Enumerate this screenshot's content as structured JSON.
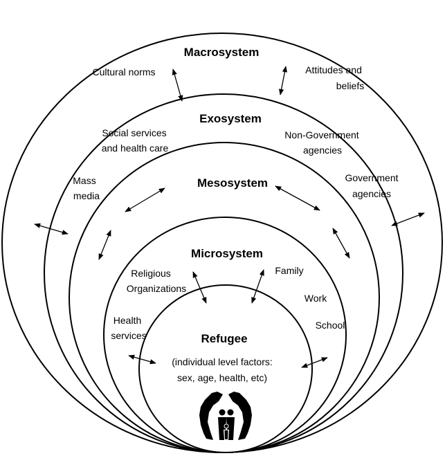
{
  "macrosystem": {
    "title": "Macrosystem",
    "labels": [
      "Cultural norms",
      "Attitudes and",
      "beliefs"
    ]
  },
  "exosystem": {
    "title": "Exosystem",
    "labels": [
      "Social services",
      "and health care",
      "Non-Government",
      "agencies",
      "Mass",
      "media",
      "Government",
      "agencies"
    ]
  },
  "mesosystem": {
    "title": "Mesosystem"
  },
  "microsystem": {
    "title": "Microsystem",
    "labels": [
      "Religious",
      "Organizations",
      "Family",
      "Work",
      "School",
      "Health",
      "services"
    ]
  },
  "refugee": {
    "title": "Refugee",
    "lines": [
      "(individual level factors:",
      "sex, age, health, etc)"
    ]
  },
  "icons": [
    "family-protection-icon",
    "double-arrow-icon"
  ]
}
